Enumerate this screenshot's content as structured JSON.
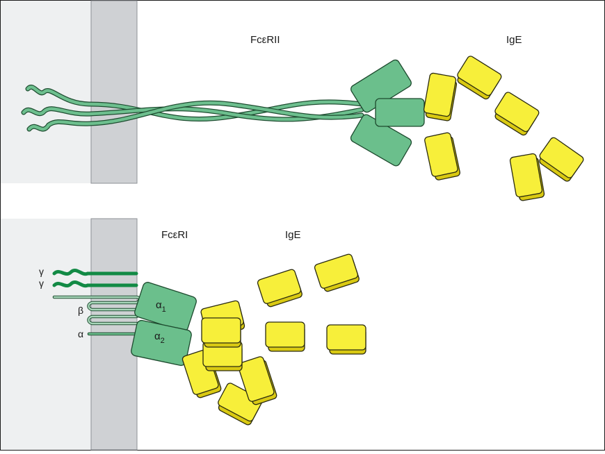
{
  "colors": {
    "cytoplasm": "#eef0f1",
    "membrane": "#cfd1d4",
    "receptor_green": "#6bbf8c",
    "gamma_green": "#128a45",
    "ige_yellow": "#f7ef3a"
  },
  "top_panel": {
    "receptor_label": "FcεRII",
    "ige_label": "IgE"
  },
  "bottom_panel": {
    "receptor_label": "FcεRI",
    "ige_label": "IgE",
    "chains": {
      "gamma1": "γ",
      "gamma2": "γ",
      "beta": "β",
      "alpha": "α"
    },
    "domains": {
      "alpha1_base": "α",
      "alpha1_sub": "1",
      "alpha2_base": "α",
      "alpha2_sub": "2"
    }
  }
}
